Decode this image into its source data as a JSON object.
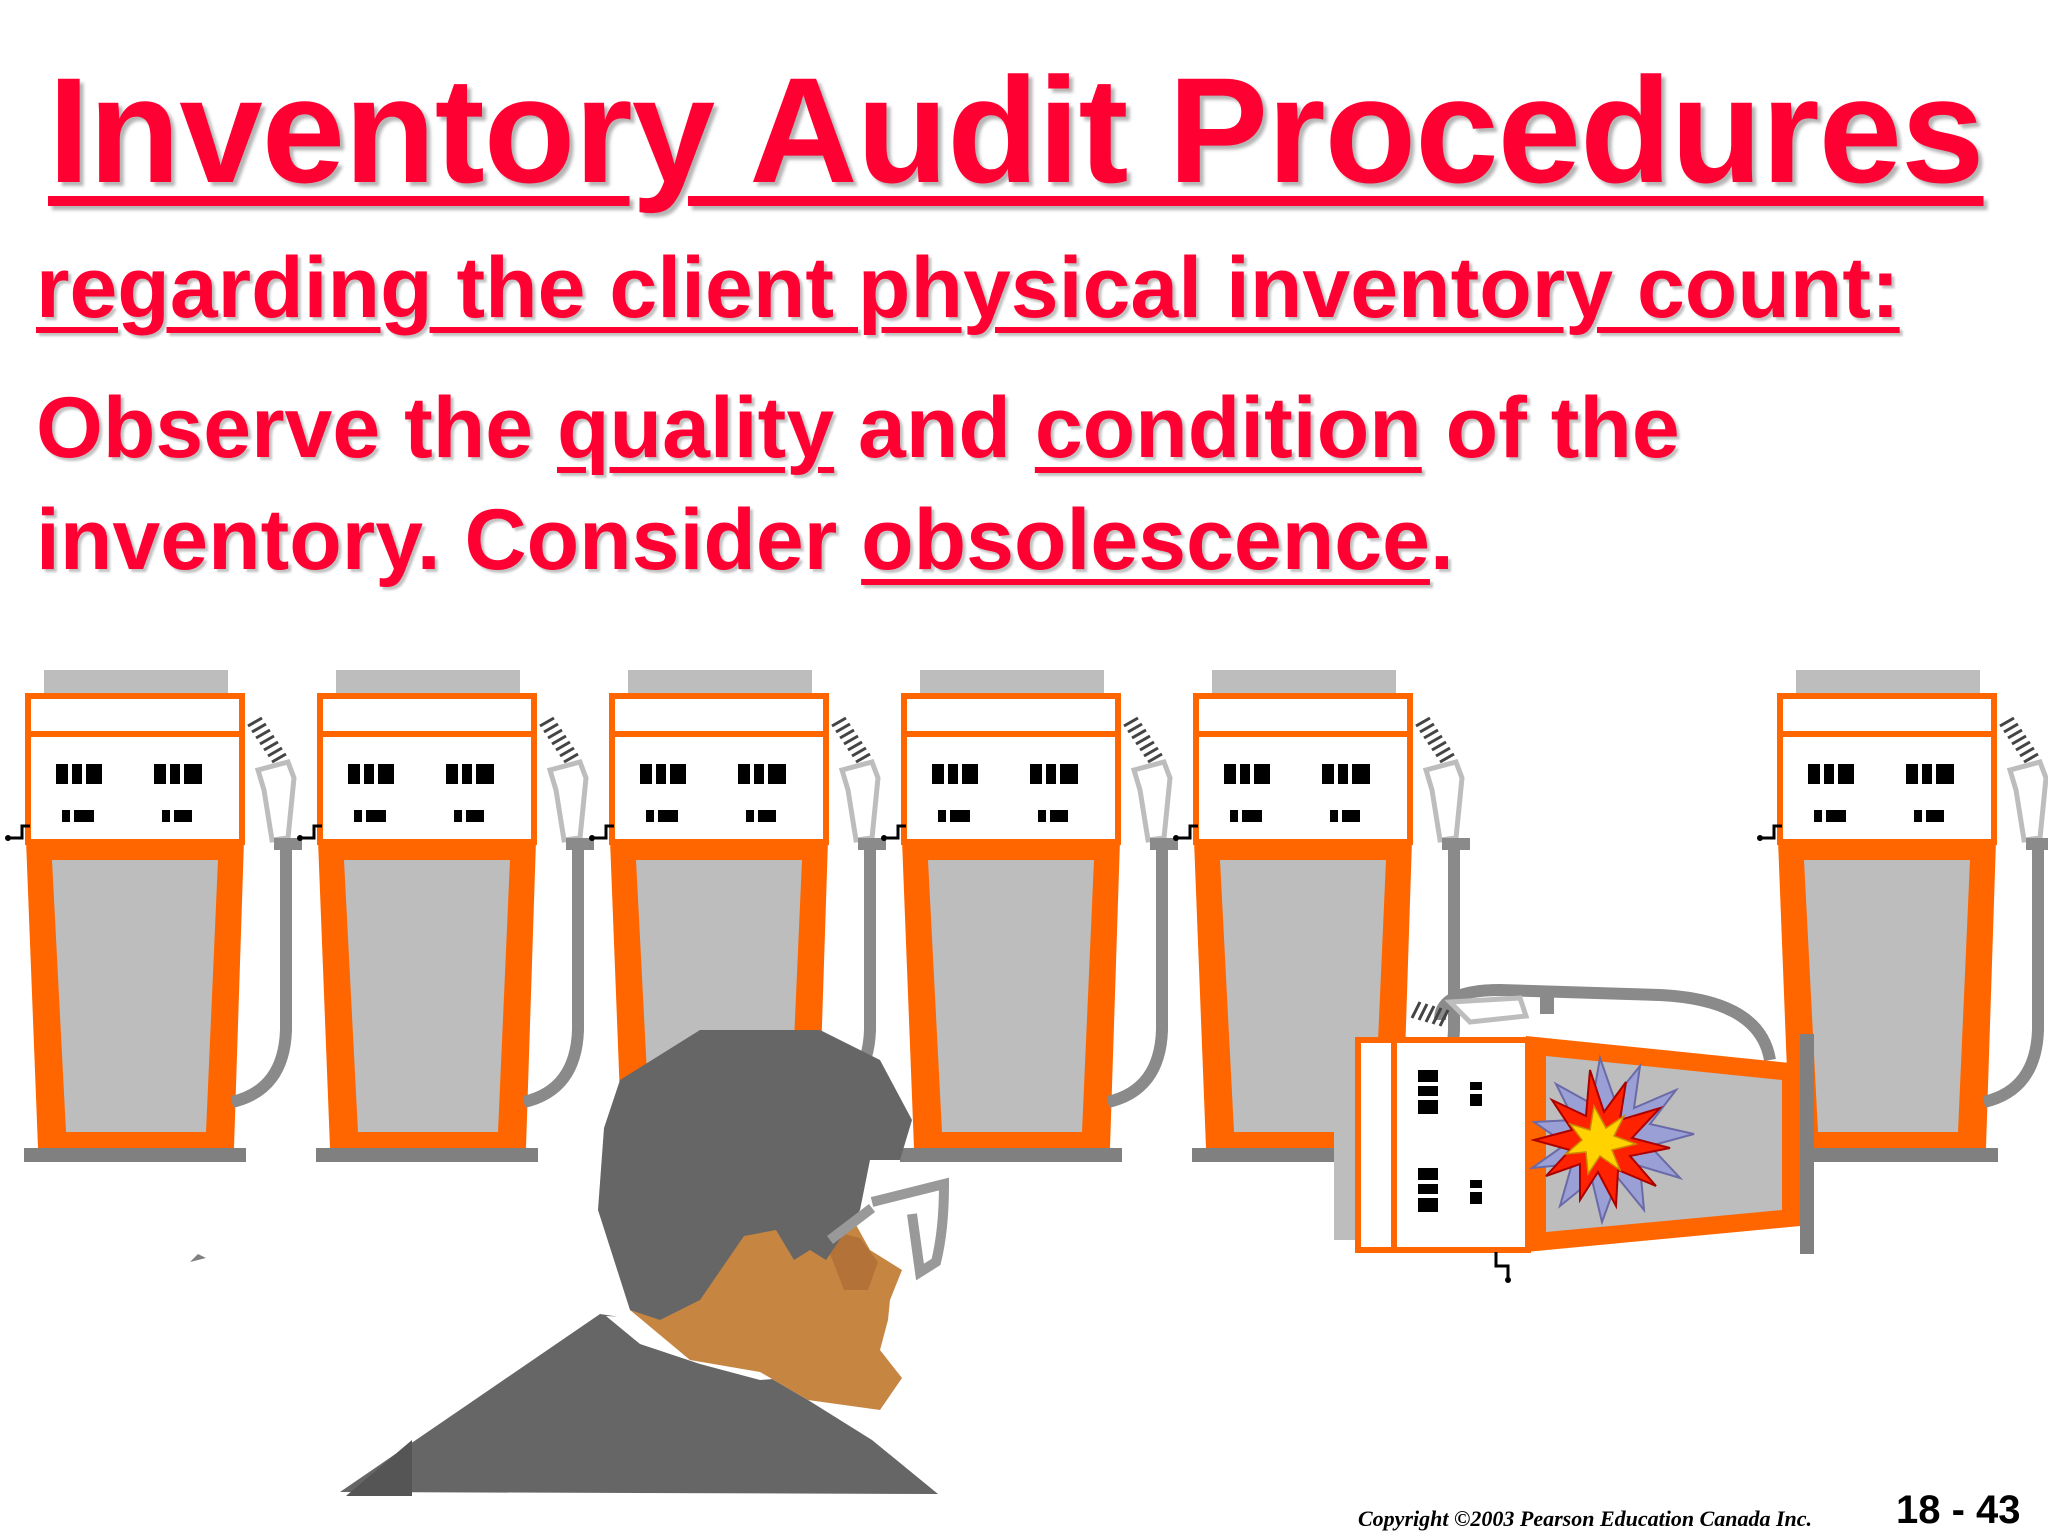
{
  "slide": {
    "title": "Inventory Audit Procedures",
    "subtitle": "regarding the client physical inventory count:",
    "body": {
      "part1": "Observe the ",
      "quality": "quality",
      "part2": " and ",
      "condition": "condition",
      "part3": " of the inventory. Consider ",
      "obsolescence": "obsolescence",
      "part4": "."
    },
    "copyright": "Copyright ©2003 Pearson Education Canada Inc.",
    "page_number": "18 - 43"
  },
  "illustration": {
    "objects": [
      "gas-pump",
      "gas-pump",
      "gas-pump",
      "gas-pump",
      "gas-pump",
      "fallen-gas-pump",
      "gas-pump",
      "man-with-glasses",
      "explosion-burst"
    ]
  },
  "colors": {
    "text_red": "#ff0033",
    "pump_orange": "#ff6600",
    "pump_gray": "#bdbdbd",
    "hair_gray": "#666666",
    "skin": "#c68642"
  }
}
